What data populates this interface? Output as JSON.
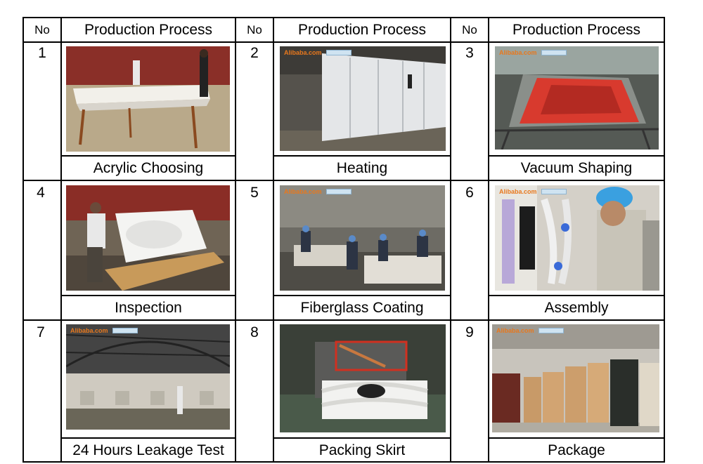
{
  "header": {
    "col_no": "No",
    "col_process": "Production Process"
  },
  "logo_text": "Alibaba.com",
  "steps": [
    {
      "no": "1",
      "label": "Acrylic Choosing"
    },
    {
      "no": "2",
      "label": "Heating"
    },
    {
      "no": "3",
      "label": "Vacuum Shaping"
    },
    {
      "no": "4",
      "label": "Inspection"
    },
    {
      "no": "5",
      "label": "Fiberglass Coating"
    },
    {
      "no": "6",
      "label": "Assembly"
    },
    {
      "no": "7",
      "label": "24 Hours Leakage Test"
    },
    {
      "no": "8",
      "label": "Packing Skirt"
    },
    {
      "no": "9",
      "label": "Package"
    }
  ],
  "colors": {
    "line": "#000000",
    "background": "#ffffff",
    "logo": "#e8781d"
  }
}
